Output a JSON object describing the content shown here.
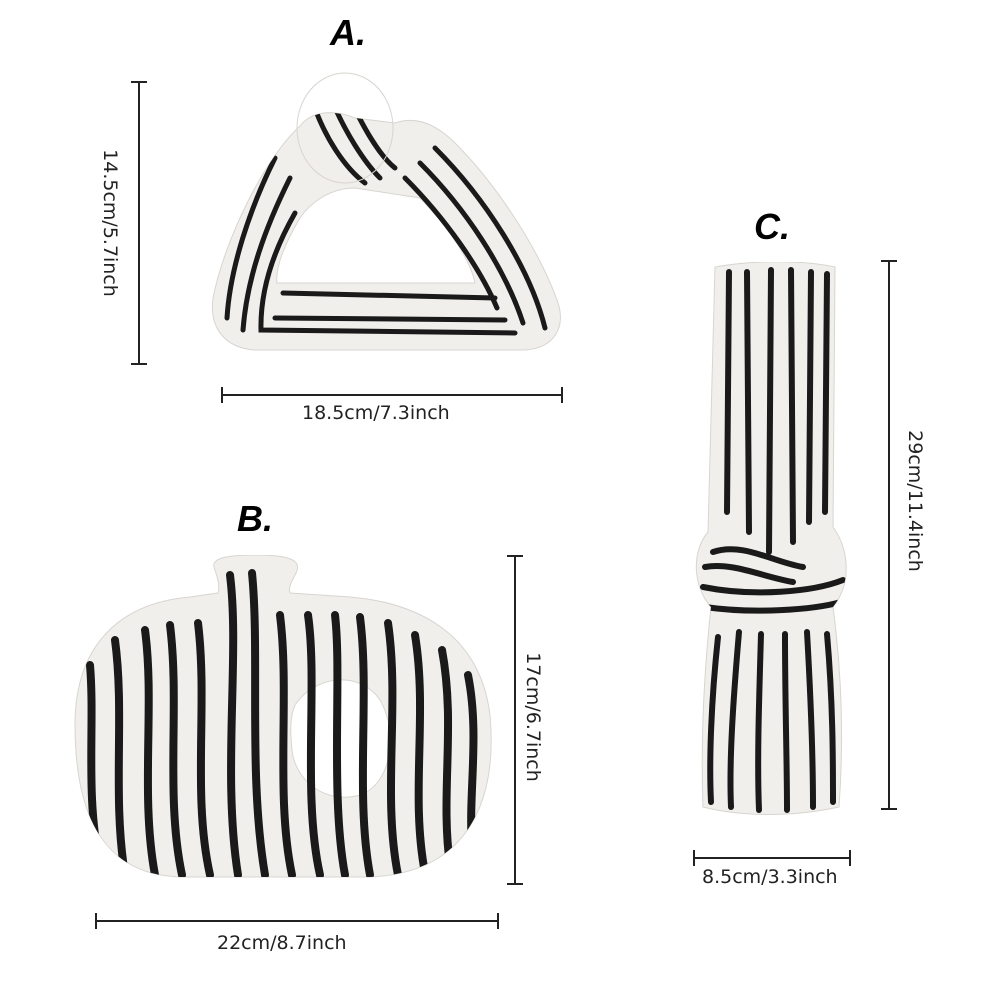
{
  "products": [
    {
      "id": "A",
      "label": "A.",
      "shape": "triangular knotted vase",
      "height": "14.5cm/5.7inch",
      "width": "18.5cm/7.3inch"
    },
    {
      "id": "B",
      "label": "B.",
      "shape": "round donut vase with neck",
      "height": "17cm/6.7inch",
      "width": "22cm/8.7inch"
    },
    {
      "id": "C",
      "label": "C.",
      "shape": "tall knotted column vase",
      "height": "29cm/11.4inch",
      "width": "8.5cm/3.3inch"
    }
  ],
  "colors": {
    "background": "#ffffff",
    "ceramic": "#f1efec",
    "stripe": "#1a1a1a",
    "dimension_line": "#222222"
  }
}
